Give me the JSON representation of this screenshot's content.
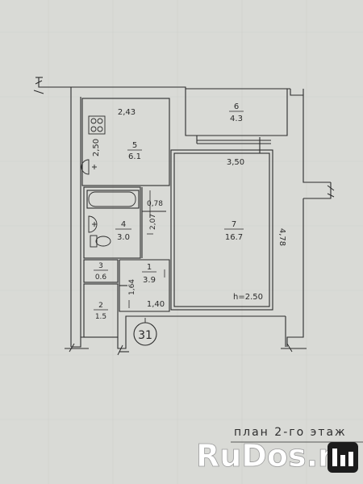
{
  "rooms": [
    {
      "number": "5",
      "area": "6.1"
    },
    {
      "number": "6",
      "area": "4.3"
    },
    {
      "number": "7",
      "area": "16.7"
    },
    {
      "number": "4",
      "area": "3.0"
    },
    {
      "number": "3",
      "area": "0.6"
    },
    {
      "number": "1",
      "area": "3.9"
    },
    {
      "number": "2",
      "area": "1.5"
    }
  ],
  "dimensions": {
    "kitchen_width": "2,43",
    "kitchen_depth": "2,50",
    "room_width": "3,50",
    "room_depth": "4,78",
    "bath_width": "0,78",
    "bath_depth": "2,07",
    "hall_depth": "1,64",
    "hall_width": "1,40",
    "ceiling_height": "h=2.50"
  },
  "axis_marker": "31",
  "caption": "план 2-го этаж",
  "watermark": {
    "name": "RuDos.ru",
    "colors": {
      "text": "#ffffff",
      "icon": "#1c1c1c"
    }
  },
  "colors": {
    "paper": "#d9dad6",
    "ink": "#2b2b2b"
  }
}
